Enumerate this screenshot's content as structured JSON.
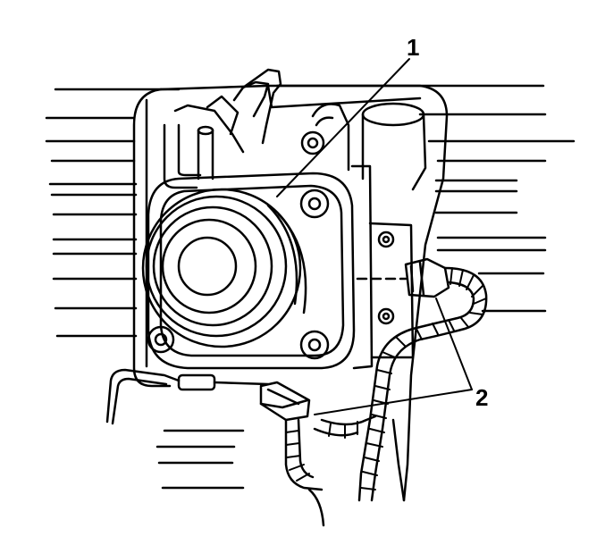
{
  "diagram": {
    "callouts": [
      {
        "id": "1",
        "label": "1"
      },
      {
        "id": "2",
        "label": "2"
      }
    ],
    "colors": {
      "stroke": "#000000",
      "background": "#ffffff"
    }
  }
}
